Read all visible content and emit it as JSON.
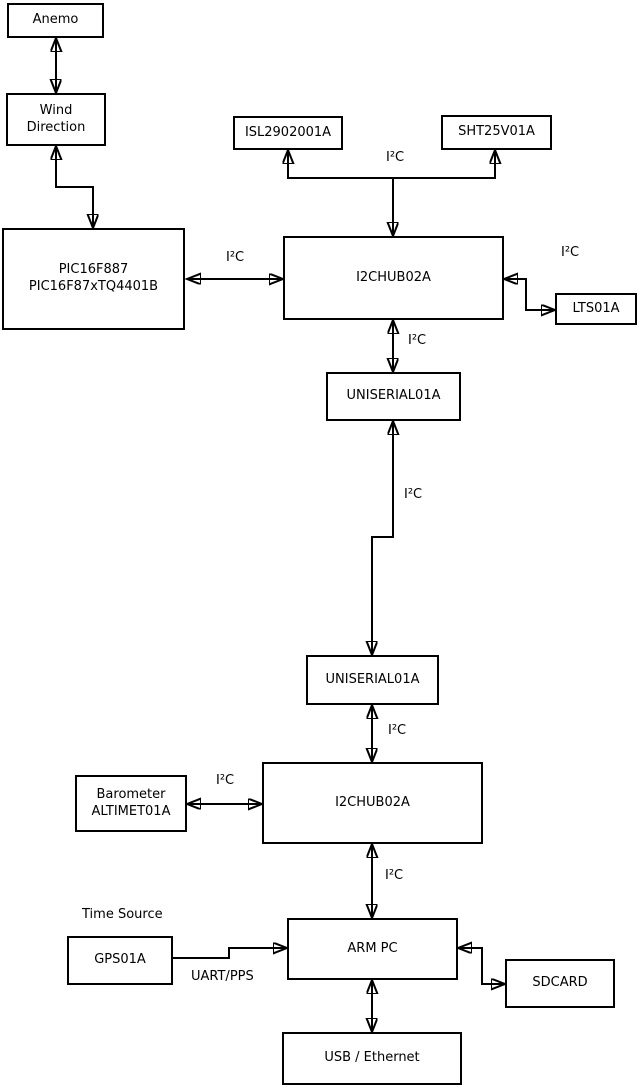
{
  "nodes": {
    "anemo": {
      "label": "Anemo"
    },
    "wind_direction": {
      "label": "Wind\nDirection"
    },
    "pic": {
      "label": "PIC16F887\nPIC16F87xTQ4401B"
    },
    "isl": {
      "label": "ISL2902001A"
    },
    "sht": {
      "label": "SHT25V01A"
    },
    "i2c_hub_top": {
      "label": "I2CHUB02A"
    },
    "lts": {
      "label": "LTS01A"
    },
    "uniserial_top": {
      "label": "UNISERIAL01A"
    },
    "uniserial_bottom": {
      "label": "UNISERIAL01A"
    },
    "i2c_hub_bottom": {
      "label": "I2CHUB02A"
    },
    "barometer": {
      "label": "Barometer\nALTIMET01A"
    },
    "gps": {
      "label": "GPS01A"
    },
    "arm_pc": {
      "label": "ARM PC"
    },
    "sdcard": {
      "label": "SDCARD"
    },
    "usb_ethernet": {
      "label": "USB / Ethernet"
    }
  },
  "labels": {
    "i2c": "I²C",
    "time_source": "Time Source",
    "uart_pps": "UART/PPS"
  },
  "colors": {
    "background": "#ffffff",
    "line": "#000000",
    "text": "#000000"
  }
}
